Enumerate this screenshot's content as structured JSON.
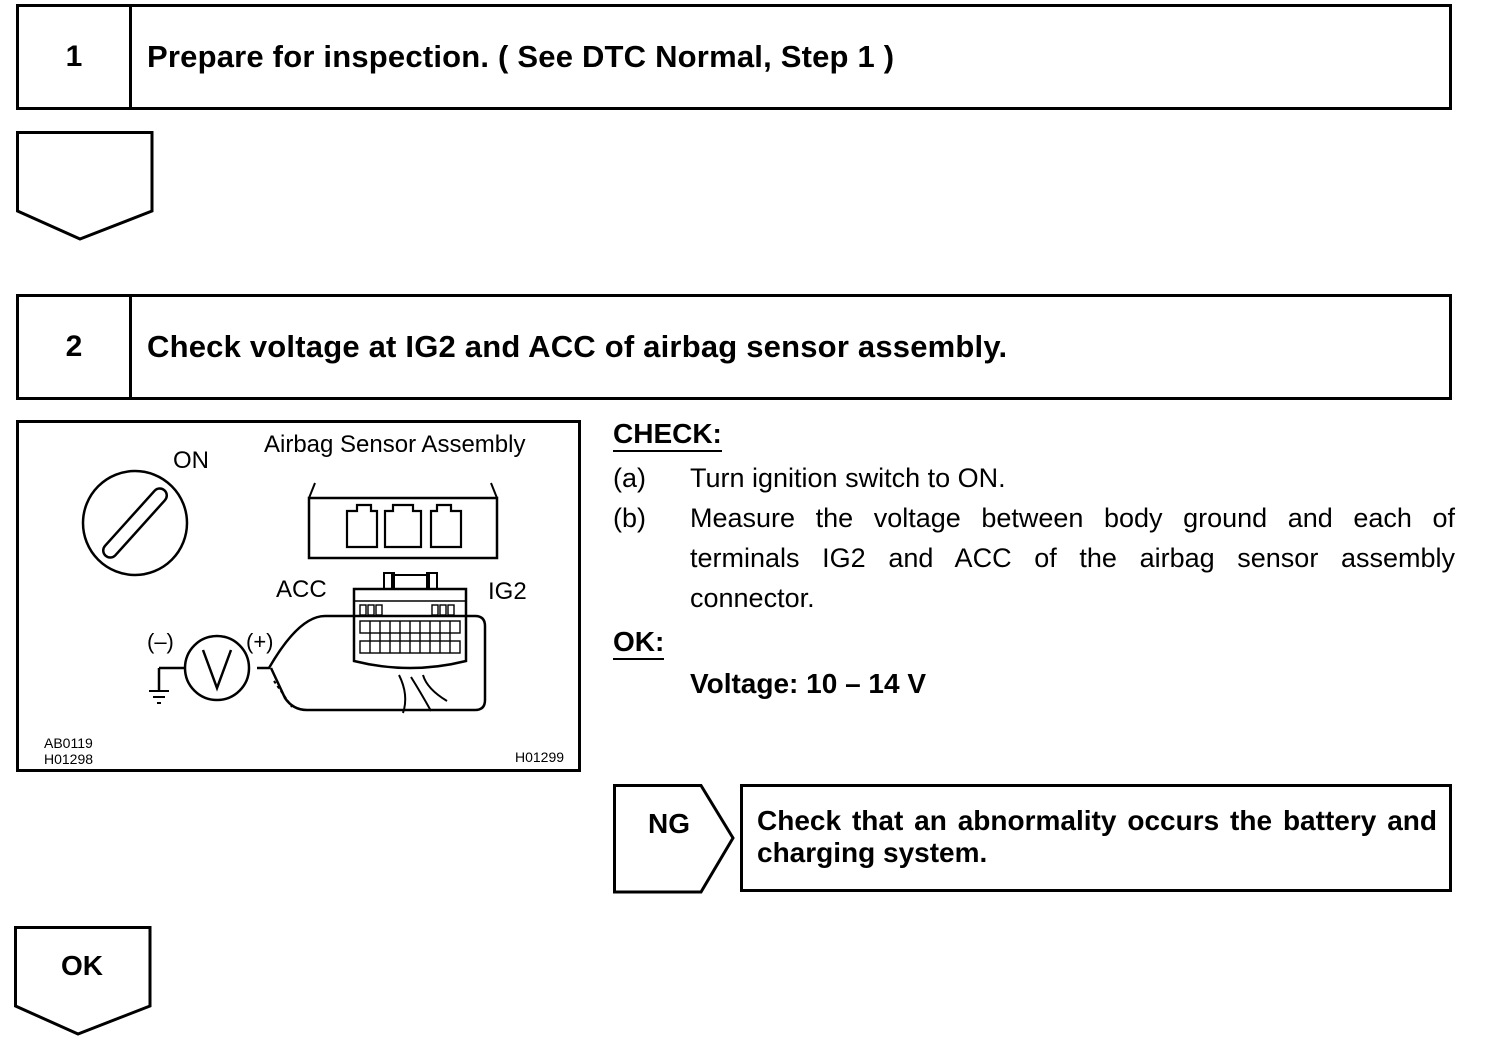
{
  "step1": {
    "number": "1",
    "title": "Prepare for inspection. ( See DTC Normal, Step 1 )"
  },
  "step2": {
    "number": "2",
    "title": "Check voltage at IG2 and ACC of airbag sensor assembly."
  },
  "figure": {
    "title": "Airbag Sensor Assembly",
    "switch_label": "ON",
    "acc_label": "ACC",
    "ig2_label": "IG2",
    "minus_label": "(–)",
    "plus_label": "(+)",
    "meter_label": "V",
    "code_left_1": "AB0119",
    "code_left_2": "H01298",
    "code_right": "H01299"
  },
  "check": {
    "heading": "CHECK:",
    "items": [
      {
        "tag": "(a)",
        "text": "Turn ignition switch to ON."
      },
      {
        "tag": "(b)",
        "text": "Measure the voltage between body ground and each of terminals IG2 and ACC of the airbag sensor assembly connector."
      }
    ]
  },
  "ok": {
    "heading": "OK:",
    "spec": "Voltage: 10 – 14 V"
  },
  "ng": {
    "label": "NG",
    "message": "Check that an abnormality occurs the battery and charging system."
  },
  "flow_ok": {
    "label": "OK"
  }
}
